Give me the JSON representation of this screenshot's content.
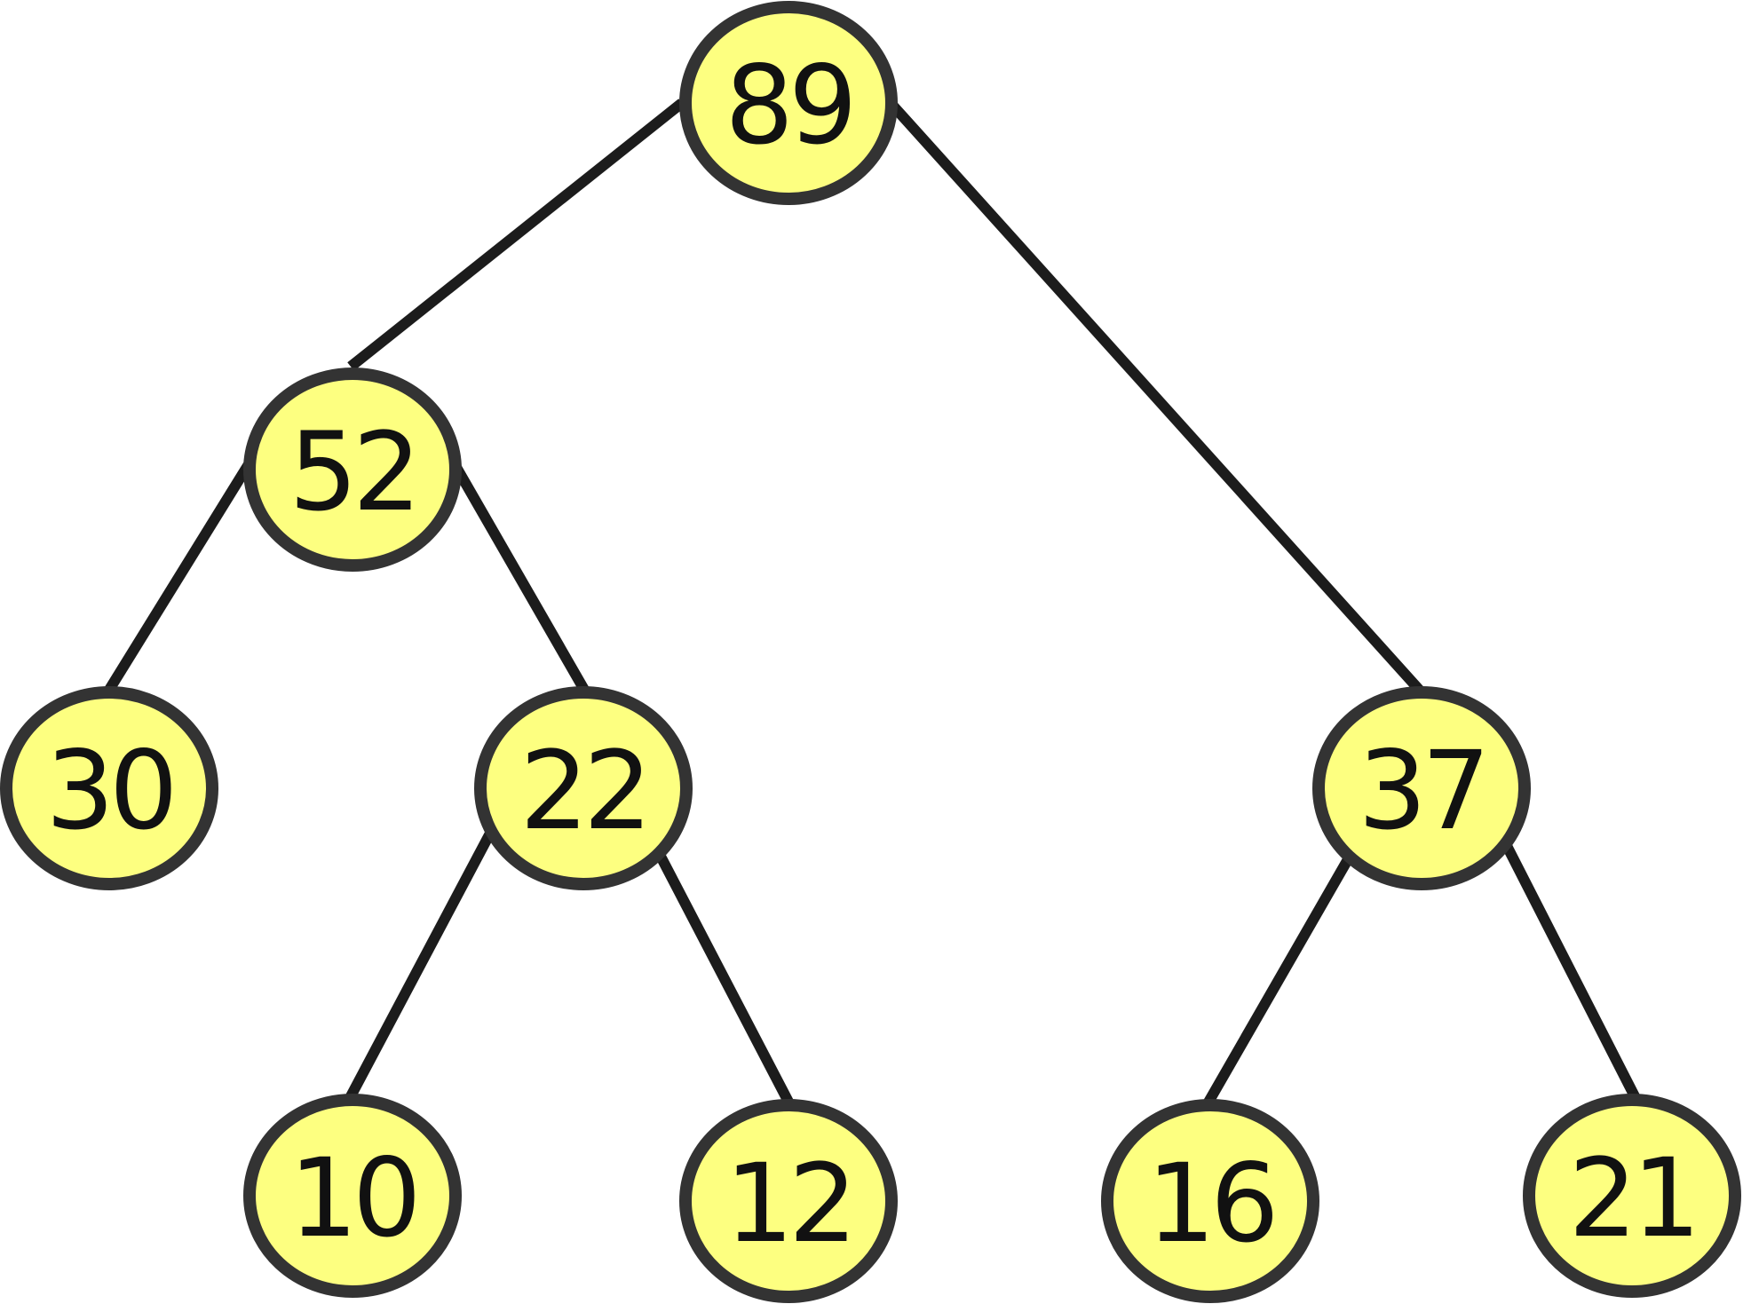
{
  "diagram": {
    "type": "binary-tree",
    "colors": {
      "node_fill": "#fdff80",
      "node_stroke": "#333333",
      "edge": "#1c1c1c",
      "text": "#111111"
    },
    "nodes": [
      {
        "id": "n89",
        "label": "89"
      },
      {
        "id": "n52",
        "label": "52"
      },
      {
        "id": "n37",
        "label": "37"
      },
      {
        "id": "n30",
        "label": "30"
      },
      {
        "id": "n22",
        "label": "22"
      },
      {
        "id": "n10",
        "label": "10"
      },
      {
        "id": "n12",
        "label": "12"
      },
      {
        "id": "n16",
        "label": "16"
      },
      {
        "id": "n21",
        "label": "21"
      }
    ],
    "edges": [
      {
        "from": "n89",
        "to": "n52"
      },
      {
        "from": "n89",
        "to": "n37"
      },
      {
        "from": "n52",
        "to": "n30"
      },
      {
        "from": "n52",
        "to": "n22"
      },
      {
        "from": "n22",
        "to": "n10"
      },
      {
        "from": "n22",
        "to": "n12"
      },
      {
        "from": "n37",
        "to": "n16"
      },
      {
        "from": "n37",
        "to": "n21"
      }
    ]
  }
}
